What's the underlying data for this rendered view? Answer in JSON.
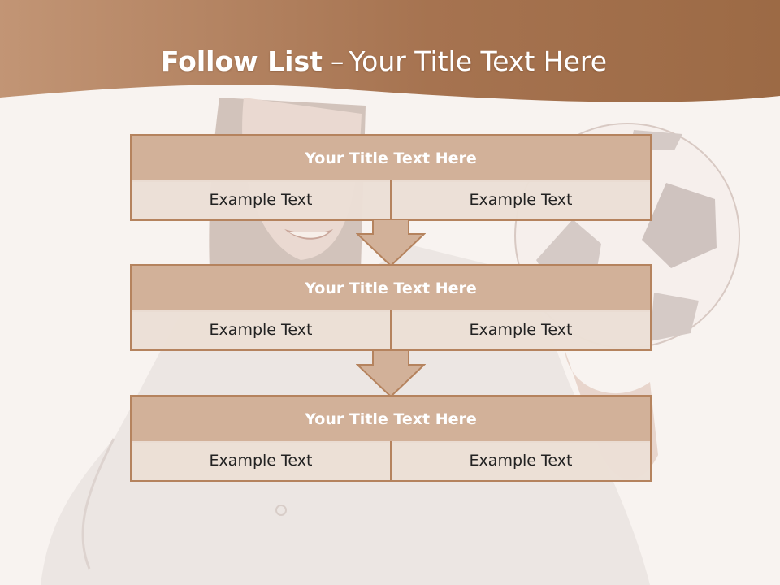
{
  "slide": {
    "title_bold": "Follow List",
    "title_sep": "–",
    "title_rest": "Your Title Text Here"
  },
  "blocks": [
    {
      "title": "Your Title Text Here",
      "left_text": "Example Text",
      "right_text": "Example Text"
    },
    {
      "title": "Your Title Text Here",
      "left_text": "Example Text",
      "right_text": "Example Text"
    },
    {
      "title": "Your Title Text Here",
      "left_text": "Example Text",
      "right_text": "Example Text"
    }
  ],
  "colors": {
    "header_brown": "#a8704a",
    "title_fill": "#d2b199",
    "border": "#b5835e",
    "cell_fill": "#ebdfd6"
  }
}
